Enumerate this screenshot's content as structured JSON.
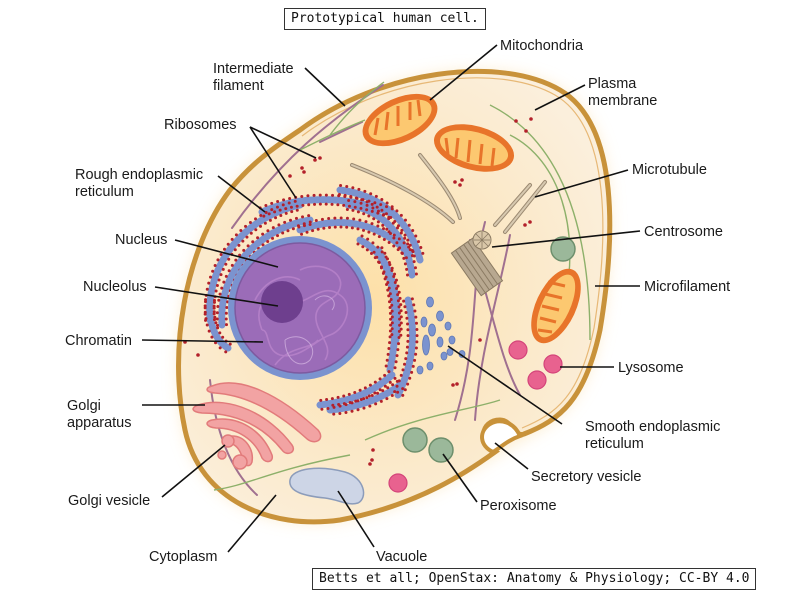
{
  "title": "Prototypical human cell.",
  "credit": "Betts et all; OpenStax: Anatomy & Physiology; CC-BY 4.0",
  "colors": {
    "cytoplasm": "#fbe7c4",
    "membrane": "#c8923a",
    "nucleus": "#9b6cb8",
    "nucleolus": "#6e3f8e",
    "er": "#7b93cf",
    "ribosome": "#b3202a",
    "mitochondria": "#e8742a",
    "mito_inner": "#fcc870",
    "golgi": "#f2a3a3",
    "lysosome": "#e8628f",
    "peroxisome": "#9bb89a",
    "vacuole": "#cdd5e6",
    "microtubule": "#b8a890",
    "intermediate_filament": "#a07090",
    "microfilament": "#8db06a"
  },
  "labels": {
    "mitochondria": "Mitochondria",
    "intermediate_filament": [
      "Intermediate",
      "filament"
    ],
    "plasma_membrane": [
      "Plasma",
      "membrane"
    ],
    "ribosomes": "Ribosomes",
    "rough_er": [
      "Rough endoplasmic",
      "reticulum"
    ],
    "microtubule": "Microtubule",
    "nucleus": "Nucleus",
    "centrosome": "Centrosome",
    "nucleolus": "Nucleolus",
    "microfilament": "Microfilament",
    "chromatin": "Chromatin",
    "lysosome": "Lysosome",
    "golgi_apparatus": [
      "Golgi",
      "apparatus"
    ],
    "smooth_er": [
      "Smooth endoplasmic",
      "reticulum"
    ],
    "secretory_vesicle": "Secretory vesicle",
    "golgi_vesicle": "Golgi vesicle",
    "peroxisome": "Peroxisome",
    "cytoplasm": "Cytoplasm",
    "vacuole": "Vacuole"
  }
}
